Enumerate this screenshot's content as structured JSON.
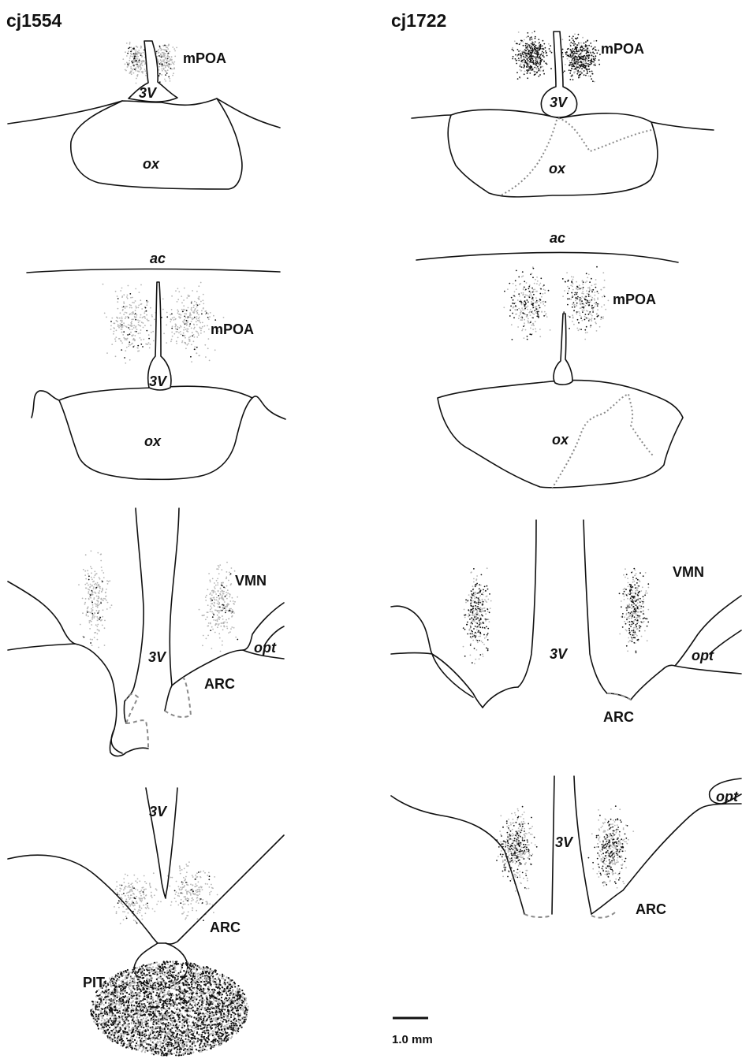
{
  "cases": {
    "left": "cj1554",
    "right": "cj1722"
  },
  "labels": {
    "mpoa": "mPOA",
    "third_ventricle": "3V",
    "optic_chiasm": "ox",
    "anterior_commissure": "ac",
    "vmn": "VMN",
    "arc": "ARC",
    "optic_tract": "opt",
    "pituitary": "PIT"
  },
  "scale_bar": {
    "label": "1.0 mm"
  },
  "colors": {
    "outline": "#111111",
    "dense_cell": "#111111",
    "light_cell": "#b5b5b5",
    "boundary": "#8a8a8a"
  }
}
